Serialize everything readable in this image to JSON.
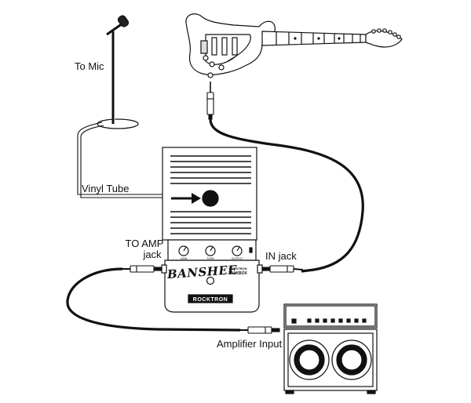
{
  "labels": {
    "to_mic": "To Mic",
    "vinyl_tube": "Vinyl Tube",
    "to_amp_line1": "TO AMP",
    "to_amp_line2": "jack",
    "in_jack": "IN jack",
    "amplifier_input": "Amplifier Input"
  },
  "pedal": {
    "logo": "BANSHEE",
    "subtitle_line1": "ROCKTRON",
    "subtitle_line2": "TALKBOX",
    "brand": "ROCKTRON",
    "knob_labels": [
      "GAIN",
      "TONE",
      "OUTPUT"
    ]
  },
  "colors": {
    "ink": "#111111",
    "background": "#ffffff"
  }
}
